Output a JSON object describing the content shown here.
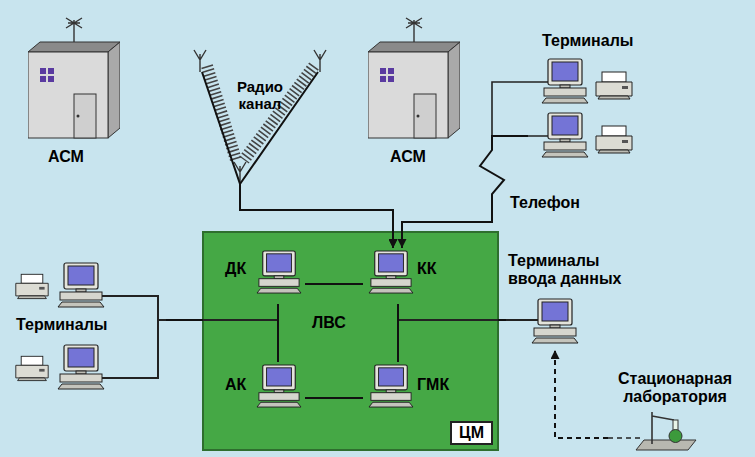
{
  "diagram": {
    "nodes": [
      {
        "text": [
          "АСМ"
        ]
      },
      {
        "text": [
          "АСМ"
        ]
      },
      {
        "text": [
          "Терминалы"
        ]
      },
      {
        "text": [
          "ЦМ"
        ]
      },
      {
        "text": [
          "ДК"
        ],
        "in": 3
      },
      {
        "text": [
          "КК"
        ],
        "in": 3
      },
      {
        "text": [
          "АК"
        ],
        "in": 3
      },
      {
        "text": [
          "ГМК"
        ],
        "in": 3
      },
      {
        "text": [
          "Терминалы"
        ]
      },
      {
        "text": [
          "Терминалы ввода данных"
        ]
      },
      {
        "text": [
          "Стационарная лаборатория"
        ]
      }
    ],
    "edges": [
      {
        "from": 0,
        "to": 5,
        "arrow": "to"
      },
      {
        "from": 1,
        "to": 5,
        "arrow": "to"
      },
      {
        "from": 2,
        "to": 5,
        "label": "Телефон",
        "arrow": "to"
      },
      {
        "from": 4,
        "to": 5,
        "arrow": "none"
      },
      {
        "from": 4,
        "to": 6,
        "arrow": "none"
      },
      {
        "from": 5,
        "to": 7,
        "arrow": "none"
      },
      {
        "from": 6,
        "to": 7,
        "arrow": "none"
      },
      {
        "from": 8,
        "to": 3,
        "arrow": "none"
      },
      {
        "from": 9,
        "to": 3,
        "arrow": "none"
      },
      {
        "from": 10,
        "to": 9,
        "arrow": "to"
      }
    ],
    "labels": [
      "Радио канал",
      "ЛВС"
    ]
  }
}
